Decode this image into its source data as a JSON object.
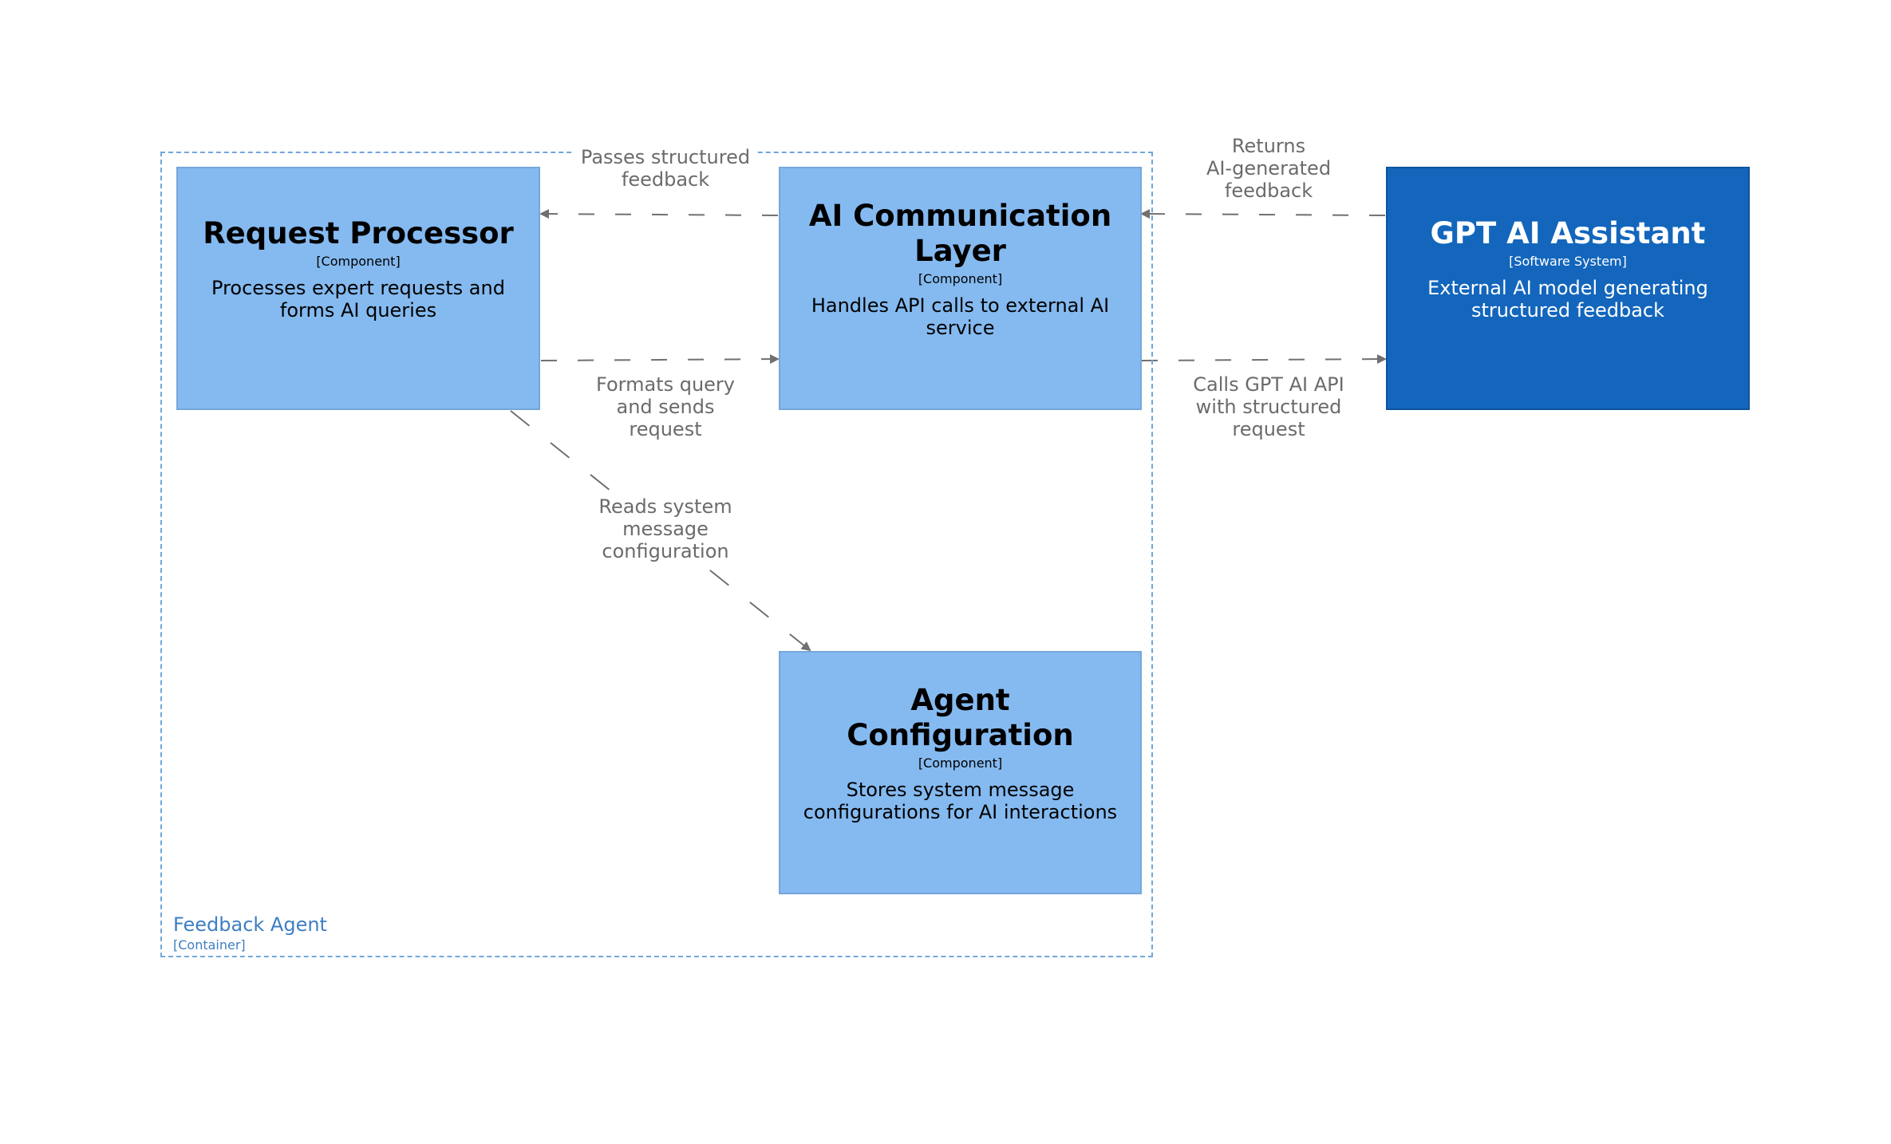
{
  "boundary": {
    "name": "Feedback Agent",
    "type": "[Container]"
  },
  "nodes": {
    "request_processor": {
      "name": "Request Processor",
      "type": "[Component]",
      "description": [
        "Processes expert requests and",
        "forms AI queries"
      ]
    },
    "ai_communication_layer": {
      "name": "AI Communication Layer",
      "type": "[Component]",
      "description": [
        "Handles API calls to external AI",
        "service"
      ]
    },
    "gpt_ai_assistant": {
      "name": "GPT AI Assistant",
      "type": "[Software System]",
      "description": [
        "External AI model generating",
        "structured feedback"
      ]
    },
    "agent_configuration": {
      "name": "Agent Configuration",
      "type": "[Component]",
      "description": [
        "Stores system message",
        "configurations for AI interactions"
      ]
    }
  },
  "edges": {
    "passes_feedback": {
      "label": [
        "Passes structured",
        "feedback"
      ]
    },
    "returns_feedback": {
      "label": [
        "Returns",
        "AI-generated",
        "feedback"
      ]
    },
    "formats_query": {
      "label": [
        "Formats query",
        "and sends",
        "request"
      ]
    },
    "calls_gpt": {
      "label": [
        "Calls GPT AI API",
        "with structured",
        "request"
      ]
    },
    "reads_config": {
      "label": [
        "Reads system",
        "message",
        "configuration"
      ]
    }
  },
  "colors": {
    "component_fill": "#85baf0",
    "system_fill": "#1366bc",
    "boundary": "#6fa7dd",
    "edge": "#707070"
  }
}
